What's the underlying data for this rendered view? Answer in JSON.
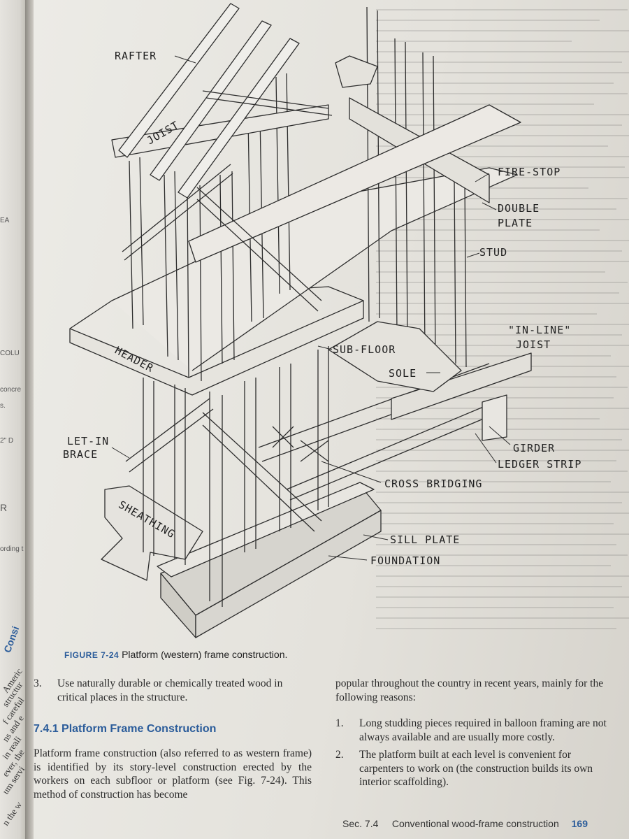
{
  "figure": {
    "labels": {
      "rafter": "RAFTER",
      "joist": "JOIST",
      "fire_stop": "FIRE-STOP",
      "double_plate_1": "DOUBLE",
      "double_plate_2": "PLATE",
      "stud": "STUD",
      "inline_joist_1": "\"IN-LINE\"",
      "inline_joist_2": "JOIST",
      "sub_floor": "SUB-FLOOR",
      "header": "HEADER",
      "sole": "SOLE",
      "let_in_brace_1": "LET-IN",
      "let_in_brace_2": "BRACE",
      "girder": "GIRDER",
      "ledger_strip": "LEDGER STRIP",
      "cross_bridging": "CROSS BRIDGING",
      "sheathing": "SHEATHING",
      "sill_plate": "SILL PLATE",
      "foundation": "FOUNDATION"
    },
    "caption_number": "FIGURE 7-24",
    "caption_text": "Platform (western) frame construction."
  },
  "left_column": {
    "item3_num": "3.",
    "item3_text": "Use naturally durable or chemically treated wood in critical places in the structure.",
    "heading": "7.4.1 Platform Frame Construction",
    "paragraph": "Platform frame construction (also referred to as western frame) is identified by its story-level construction erected by the workers on each subfloor or platform (see Fig. 7-24). This method of construction has become"
  },
  "right_column": {
    "intro": "popular throughout the country in recent years, mainly for the following reasons:",
    "items": [
      {
        "num": "1.",
        "text": "Long studding pieces required in balloon framing are not always available and are usually more costly."
      },
      {
        "num": "2.",
        "text": "The platform built at each level is convenient for carpenters to work on (the construction builds its own interior scaffolding)."
      }
    ]
  },
  "footer": {
    "section": "Sec. 7.4",
    "title": "Conventional wood-frame construction",
    "page": "169"
  },
  "left_page_fragments": [
    "EA",
    "COLU",
    "concre",
    "s.",
    "2\" D",
    "R",
    "ording t",
    "Consi",
    "Americ",
    "structur",
    "f careful",
    "ns and e",
    "in reali",
    "ever, the",
    "um servi",
    "n the w"
  ]
}
